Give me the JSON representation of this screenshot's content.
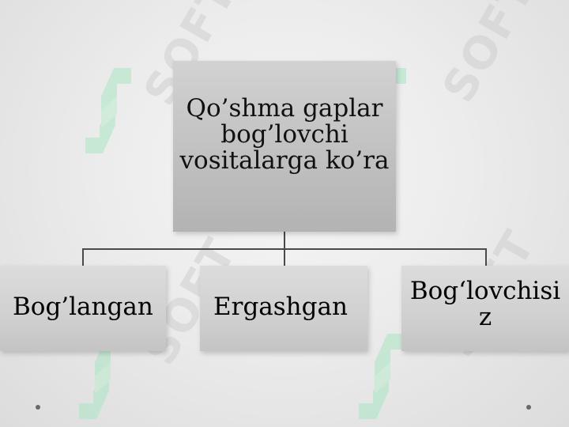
{
  "diagram": {
    "root": {
      "lines": [
        "Qo’shma gaplar",
        "bog’lovchi",
        "vositalarga ko’ra"
      ]
    },
    "children": [
      {
        "lines": [
          "Bog’langan"
        ]
      },
      {
        "lines": [
          "Ergashgan"
        ]
      },
      {
        "lines": [
          "Bog‘lovchisi",
          "z"
        ]
      }
    ]
  },
  "watermark": {
    "text": "SOFT",
    "icon": "soft-logo-icon",
    "color": "#9be3b8"
  },
  "colors": {
    "box_fill": "#c6c6c6",
    "connector": "#4a4a4a",
    "text": "#111111"
  }
}
